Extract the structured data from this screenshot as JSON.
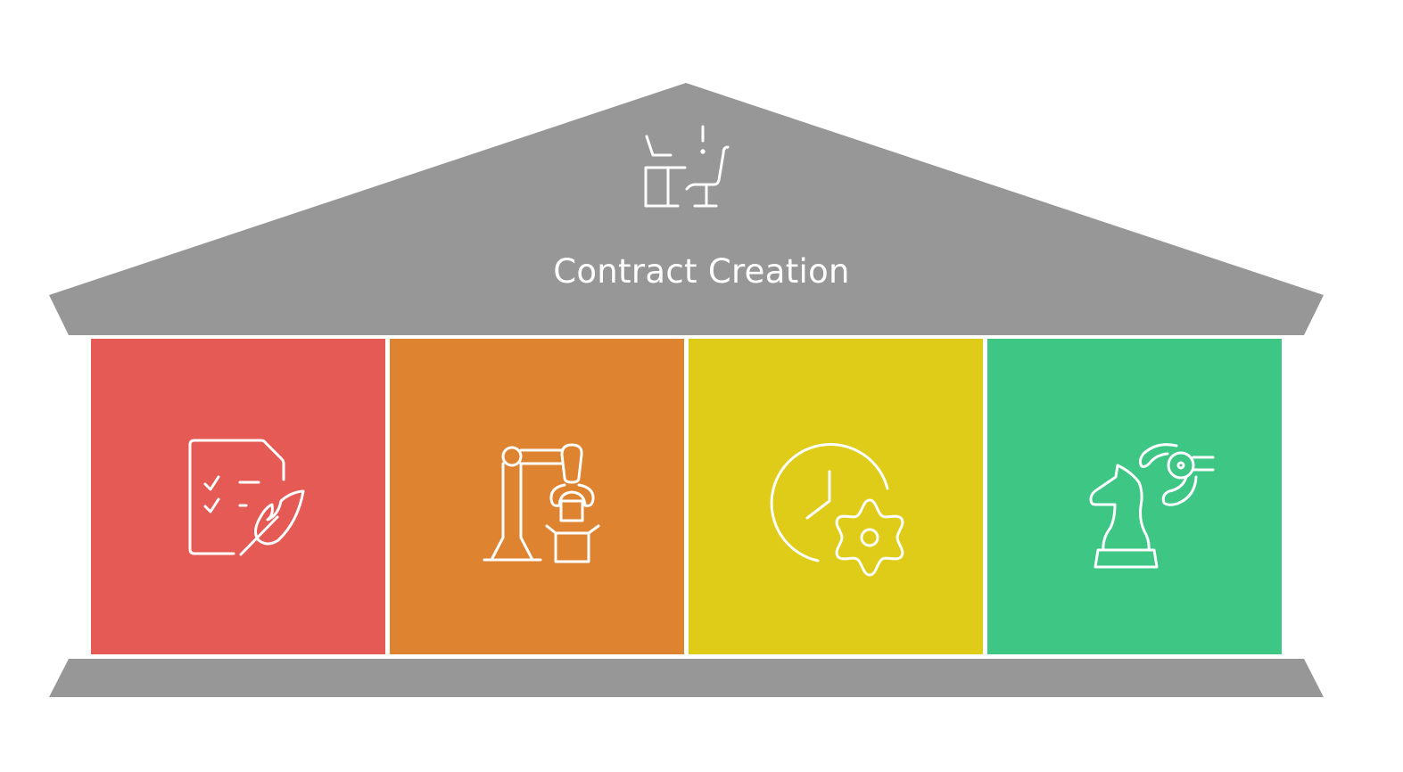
{
  "diagram": {
    "type": "pillar-temple",
    "roof": {
      "title": "Contract Creation",
      "icon": "negotiation-desk-chair-alert-icon",
      "color": "#979797"
    },
    "base": {
      "color": "#979797"
    },
    "pillars": [
      {
        "index": 1,
        "icon": "checklist-document-quill-icon",
        "color": "#E55A55"
      },
      {
        "index": 2,
        "icon": "robotic-arm-packaging-icon",
        "color": "#DE8431"
      },
      {
        "index": 3,
        "icon": "clock-gear-icon",
        "color": "#DECC18"
      },
      {
        "index": 4,
        "icon": "chess-knight-robot-arm-icon",
        "color": "#3EC685"
      }
    ]
  }
}
